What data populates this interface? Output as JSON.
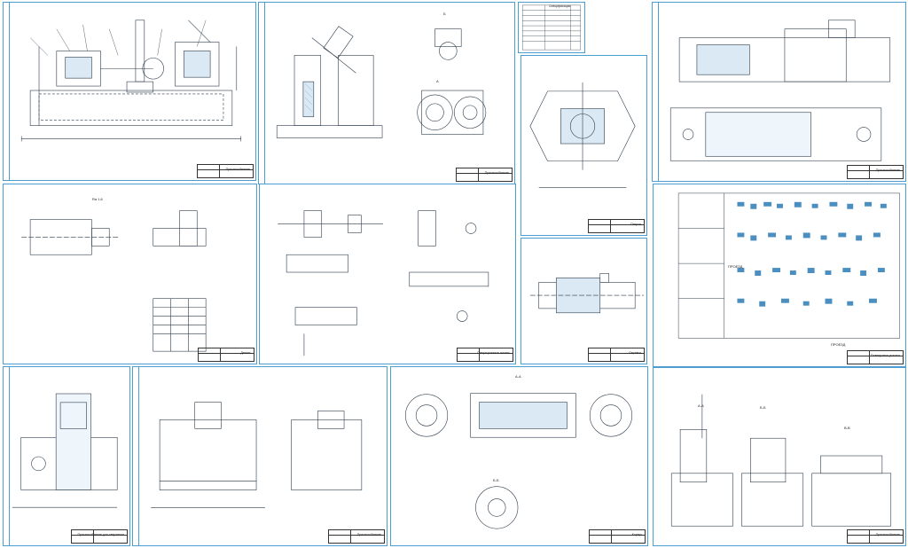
{
  "sheets": {
    "s_fixture_main": {
      "title": "Приспособление"
    },
    "s_press": {
      "title": "Приспособление",
      "label_a": "А",
      "label_b": "Б"
    },
    "s_spec": {
      "title": "Спецификация"
    },
    "s_chuck": {
      "title": "Патрон"
    },
    "s_fixture_top": {
      "title": "Приспособление"
    },
    "s_part_left": {
      "title": "Деталь",
      "roughness": "Ra 1,6"
    },
    "s_ops": {
      "title": "Операционные эскизы"
    },
    "s_shaft": {
      "title": "Оправка"
    },
    "s_plan": {
      "title": "Планировка участка",
      "label_zone": "ПРОЕЗД",
      "label_zone2": "ПРОЕЗД"
    },
    "s_b1": {
      "title": "Приспособление для сверления"
    },
    "s_b2": {
      "title": "Приспособление"
    },
    "s_b3": {
      "title": "Корпус",
      "label_aa": "А-А",
      "label_bb": "Б-Б"
    },
    "s_b4": {
      "title": "Приспособление",
      "label_a": "А-А",
      "label_b": "Б-Б",
      "label_v": "В-В"
    }
  },
  "colors": {
    "frame": "#4a9fd0",
    "line": "#2a3a4a",
    "hatch": "#6aa8d0"
  }
}
